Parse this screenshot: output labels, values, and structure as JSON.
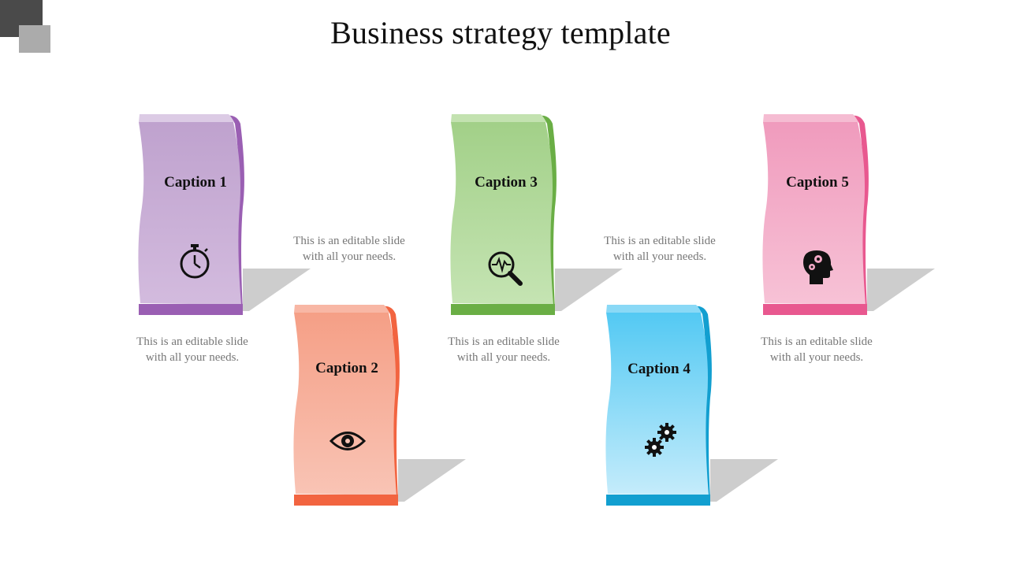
{
  "slide": {
    "title": "Business strategy template"
  },
  "cards": [
    {
      "caption": "Caption 1",
      "icon": "stopwatch-icon",
      "colors": {
        "top": "#bfa2ce",
        "bottom": "#d3bbde",
        "edge": "#9a5fb3",
        "cap": "#dccbe5",
        "base": "#9a5fb3"
      }
    },
    {
      "caption": "Caption 2",
      "icon": "eye-icon",
      "colors": {
        "top": "#f59f86",
        "bottom": "#f9c4b5",
        "edge": "#f26440",
        "cap": "#f8b7a5",
        "base": "#f26440"
      }
    },
    {
      "caption": "Caption 3",
      "icon": "magnifier-pulse-icon",
      "colors": {
        "top": "#a2d088",
        "bottom": "#c5e4b3",
        "edge": "#6aae45",
        "cap": "#c3e2b0",
        "base": "#6aae45"
      }
    },
    {
      "caption": "Caption 4",
      "icon": "gears-icon",
      "colors": {
        "top": "#53c9f3",
        "bottom": "#c5ecfb",
        "edge": "#129fd0",
        "cap": "#8ad9f6",
        "base": "#129fd0"
      }
    },
    {
      "caption": "Caption 5",
      "icon": "head-gears-icon",
      "colors": {
        "top": "#f09bbd",
        "bottom": "#f7c2d6",
        "edge": "#e8588f",
        "cap": "#f5bcd2",
        "base": "#e8588f"
      }
    }
  ],
  "descriptions": [
    "This is an editable slide with all your needs.",
    "This is an editable slide with all your needs.",
    "This is an editable slide with all your needs.",
    "This is an editable slide with all your needs.",
    "This is an editable slide with all your needs."
  ]
}
